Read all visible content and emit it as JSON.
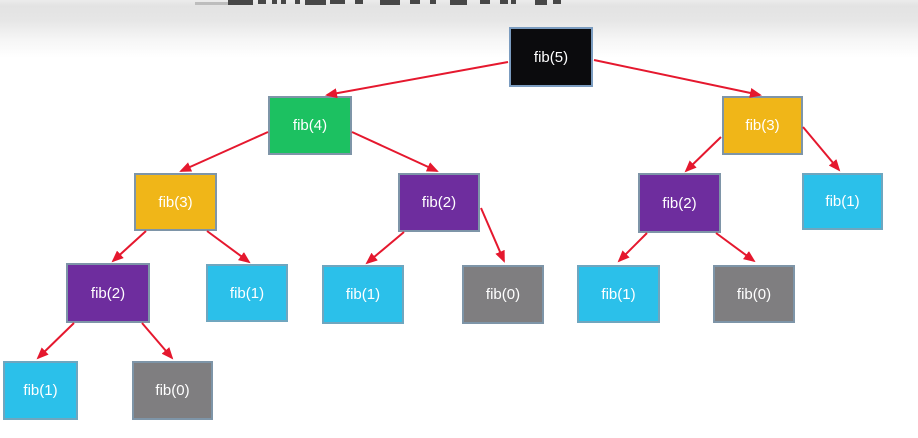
{
  "diagram": {
    "kind": "fibonacci-recursion-tree",
    "root_label": "fib(5)"
  },
  "colors": {
    "arrow": "#e5182e",
    "node_text": "#ffffff",
    "node_border": "#7e95a8",
    "black": "#0b0b0d",
    "green": "#1cc161",
    "yellow": "#f0b618",
    "purple": "#6e2d9e",
    "cyan": "#2bc0ea",
    "gray": "#7f7e80",
    "top_band": "#e5e5e5"
  },
  "tree": {
    "nodes": [
      {
        "label": "fib(5)",
        "color": "black"
      },
      {
        "label": "fib(4)",
        "color": "green"
      },
      {
        "label": "fib(3)",
        "color": "yellow"
      },
      {
        "label": "fib(3)",
        "color": "yellow"
      },
      {
        "label": "fib(2)",
        "color": "purple"
      },
      {
        "label": "fib(2)",
        "color": "purple"
      },
      {
        "label": "fib(1)",
        "color": "cyan"
      },
      {
        "label": "fib(2)",
        "color": "purple"
      },
      {
        "label": "fib(1)",
        "color": "cyan"
      },
      {
        "label": "fib(1)",
        "color": "cyan"
      },
      {
        "label": "fib(0)",
        "color": "gray"
      },
      {
        "label": "fib(1)",
        "color": "cyan"
      },
      {
        "label": "fib(0)",
        "color": "gray"
      },
      {
        "label": "fib(1)",
        "color": "cyan"
      },
      {
        "label": "fib(0)",
        "color": "gray"
      }
    ],
    "edges": [
      {
        "from": 0,
        "to": 1
      },
      {
        "from": 0,
        "to": 2
      },
      {
        "from": 1,
        "to": 3
      },
      {
        "from": 1,
        "to": 4
      },
      {
        "from": 2,
        "to": 5
      },
      {
        "from": 2,
        "to": 6
      },
      {
        "from": 3,
        "to": 7
      },
      {
        "from": 3,
        "to": 8
      },
      {
        "from": 4,
        "to": 9
      },
      {
        "from": 4,
        "to": 10
      },
      {
        "from": 5,
        "to": 11
      },
      {
        "from": 5,
        "to": 12
      },
      {
        "from": 7,
        "to": 13
      },
      {
        "from": 7,
        "to": 14
      }
    ]
  }
}
